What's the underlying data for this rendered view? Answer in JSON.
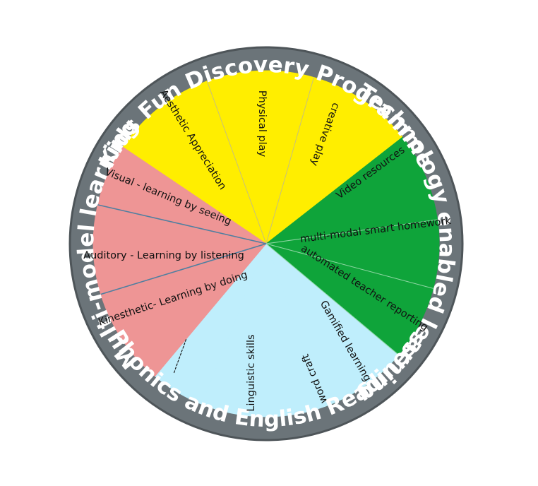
{
  "colors": {
    "ring": "#6b7479",
    "ring_edge": "#4e5559",
    "yellow": "#ffee00",
    "green": "#0fa43a",
    "pink": "#ee9595",
    "lightblue": "#bfeefc",
    "divider_light": "#c8c07a",
    "divider_pink": "#4f7fa0"
  },
  "ring_labels": {
    "top": "Kids Fun Discovery Programme",
    "right": "Technology enabled learning",
    "bottom": "Phonics and English Readiness",
    "left": "Multi-model learning"
  },
  "sectors": {
    "aesthetic": {
      "label": "Aesthetic Appreciation",
      "color": "yellow"
    },
    "physical": {
      "label": "Physical play",
      "color": "yellow"
    },
    "creative": {
      "label": "creative play",
      "color": "yellow"
    },
    "video": {
      "label": "Video resources",
      "color": "green"
    },
    "homework": {
      "label": "multi-modal smart homework",
      "color": "green"
    },
    "reporting": {
      "label": "automated teacher reporting",
      "color": "green"
    },
    "gamified": {
      "label": "Gamified learning",
      "color": "green"
    },
    "visual": {
      "label": "Visual - learning by seeing",
      "color": "pink"
    },
    "auditory": {
      "label": "Auditory - Learning by listening",
      "color": "pink"
    },
    "kinesthetic": {
      "label": "Kinesthetic- Learning by doing",
      "color": "pink"
    },
    "linguistic": {
      "label": "Linguistic skills",
      "color": "lightblue"
    },
    "wordcraft": {
      "label": "word craft",
      "color": "lightblue"
    },
    "dashes": {
      "label": "----------",
      "color": "lightblue"
    }
  }
}
